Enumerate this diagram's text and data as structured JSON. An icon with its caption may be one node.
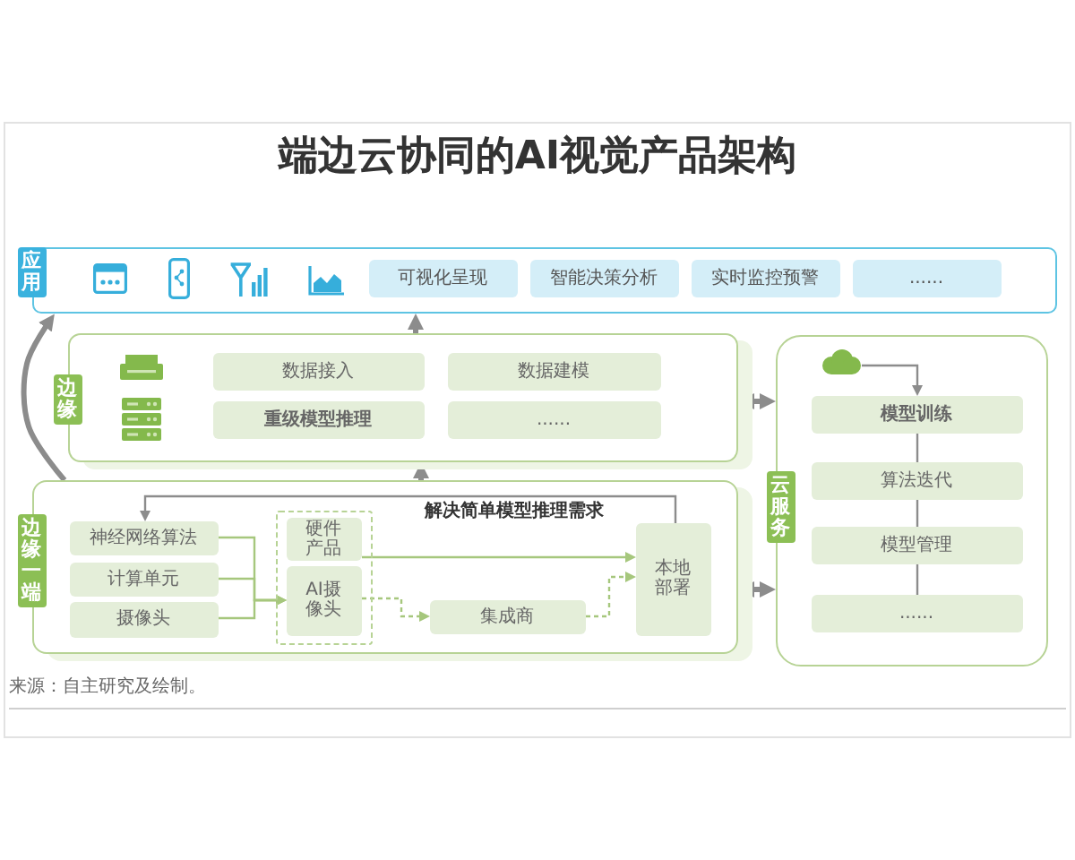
{
  "diagram": {
    "title": "端边云协同的AI视觉产品架构",
    "nodes": [
      {
        "text": [
          "应用"
        ]
      },
      {
        "text": [
          "可视化呈现"
        ],
        "in": 0
      },
      {
        "text": [
          "智能决策分析"
        ],
        "in": 0
      },
      {
        "text": [
          "实时监控预警"
        ],
        "in": 0
      },
      {
        "text": [
          "......"
        ],
        "in": 0
      },
      {
        "text": [
          "边缘"
        ]
      },
      {
        "text": [
          "数据接入"
        ],
        "in": 5
      },
      {
        "text": [
          "数据建模"
        ],
        "in": 5
      },
      {
        "text": [
          "重级模型推理"
        ],
        "in": 5
      },
      {
        "text": [
          "......"
        ],
        "in": 5
      },
      {
        "text": [
          "云服务"
        ]
      },
      {
        "text": [],
        "shape": "cloud",
        "in": 10
      },
      {
        "text": [
          "模型训练"
        ],
        "in": 10
      },
      {
        "text": [
          "算法迭代"
        ],
        "in": 10
      },
      {
        "text": [
          "模型管理"
        ],
        "in": 10
      },
      {
        "text": [
          "......"
        ],
        "in": 10
      },
      {
        "text": [
          "边缘一端"
        ]
      },
      {
        "text": [
          "神经网络算法"
        ],
        "in": 16
      },
      {
        "text": [
          "计算单元"
        ],
        "in": 16
      },
      {
        "text": [
          "摄像头"
        ],
        "in": 16
      },
      {
        "text": [],
        "shape": "box",
        "in": 16
      },
      {
        "text": [
          "硬件产品"
        ],
        "in": 20
      },
      {
        "text": [
          "AI摄像头"
        ],
        "in": 20
      },
      {
        "text": [
          "集成商"
        ],
        "in": 16
      },
      {
        "text": [
          "本地部署"
        ],
        "in": 16
      }
    ],
    "edges": [
      {
        "from": 16,
        "to": 0,
        "arrow": "to",
        "style": "thick"
      },
      {
        "from": 5,
        "to": 0,
        "arrow": "to",
        "style": "thick"
      },
      {
        "from": 16,
        "to": 5,
        "arrow": "to",
        "style": "thick"
      },
      {
        "from": 5,
        "to": 10,
        "arrow": "both",
        "style": "thick"
      },
      {
        "from": 16,
        "to": 10,
        "arrow": "both",
        "style": "thick"
      },
      {
        "from": 11,
        "to": 12,
        "arrow": "to"
      },
      {
        "from": 12,
        "to": 13,
        "arrow": "none"
      },
      {
        "from": 13,
        "to": 14,
        "arrow": "none"
      },
      {
        "from": 14,
        "to": 15,
        "arrow": "none"
      },
      {
        "from": 24,
        "to": 17,
        "arrow": "to",
        "label": "解决简单模型推理需求"
      },
      {
        "from": 17,
        "to": 22,
        "arrow": "to",
        "color": "#a6c77d"
      },
      {
        "from": 18,
        "to": 22,
        "arrow": "to",
        "color": "#a6c77d"
      },
      {
        "from": 19,
        "to": 22,
        "arrow": "to",
        "color": "#a6c77d"
      },
      {
        "from": 21,
        "to": 24,
        "arrow": "to",
        "color": "#a6c77d"
      },
      {
        "from": 22,
        "to": 23,
        "arrow": "to",
        "style": "dashed",
        "color": "#a6c77d"
      },
      {
        "from": 23,
        "to": 24,
        "arrow": "to",
        "style": "dashed",
        "color": "#a6c77d"
      }
    ],
    "labels": [
      "来源：自主研究及绘制。"
    ]
  }
}
